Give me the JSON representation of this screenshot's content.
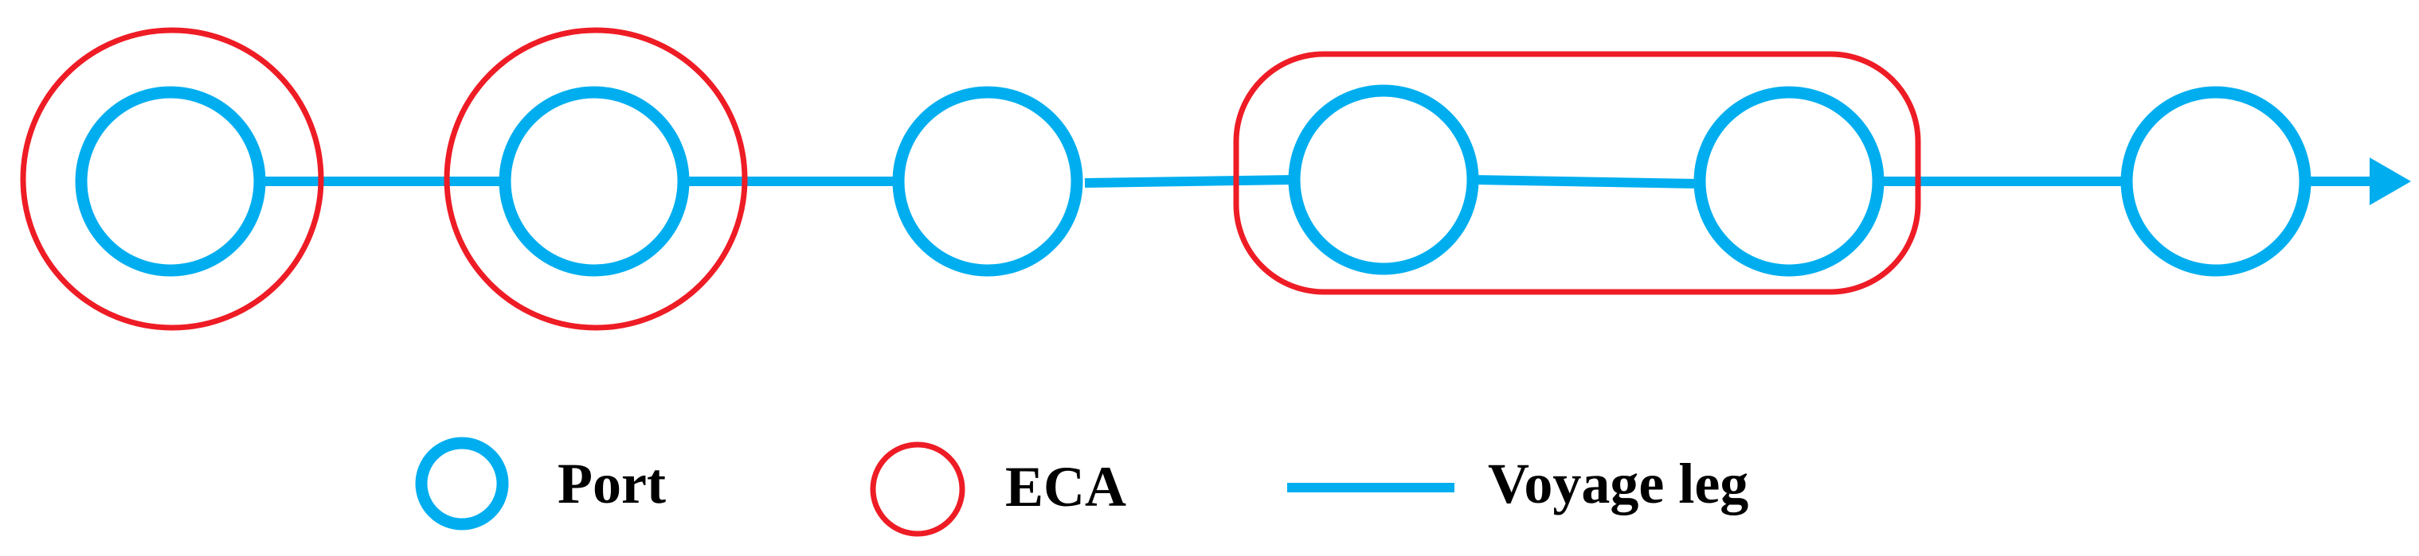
{
  "colors": {
    "port": "#00AEEF",
    "eca": "#EE1C25",
    "voyage_leg": "#00AEEF",
    "text": "#000000",
    "background": "#FFFFFF"
  },
  "diagram": {
    "port_count": 6,
    "eca_zones": [
      {
        "shape": "circle",
        "contains_ports": [
          1
        ]
      },
      {
        "shape": "circle",
        "contains_ports": [
          2
        ]
      },
      {
        "shape": "rounded-rectangle",
        "contains_ports": [
          4,
          5
        ]
      }
    ],
    "direction": "left-to-right",
    "arrow_icon": "arrow-right-icon"
  },
  "legend": {
    "port_label": "Port",
    "eca_label": "ECA",
    "voyage_leg_label": "Voyage leg"
  }
}
